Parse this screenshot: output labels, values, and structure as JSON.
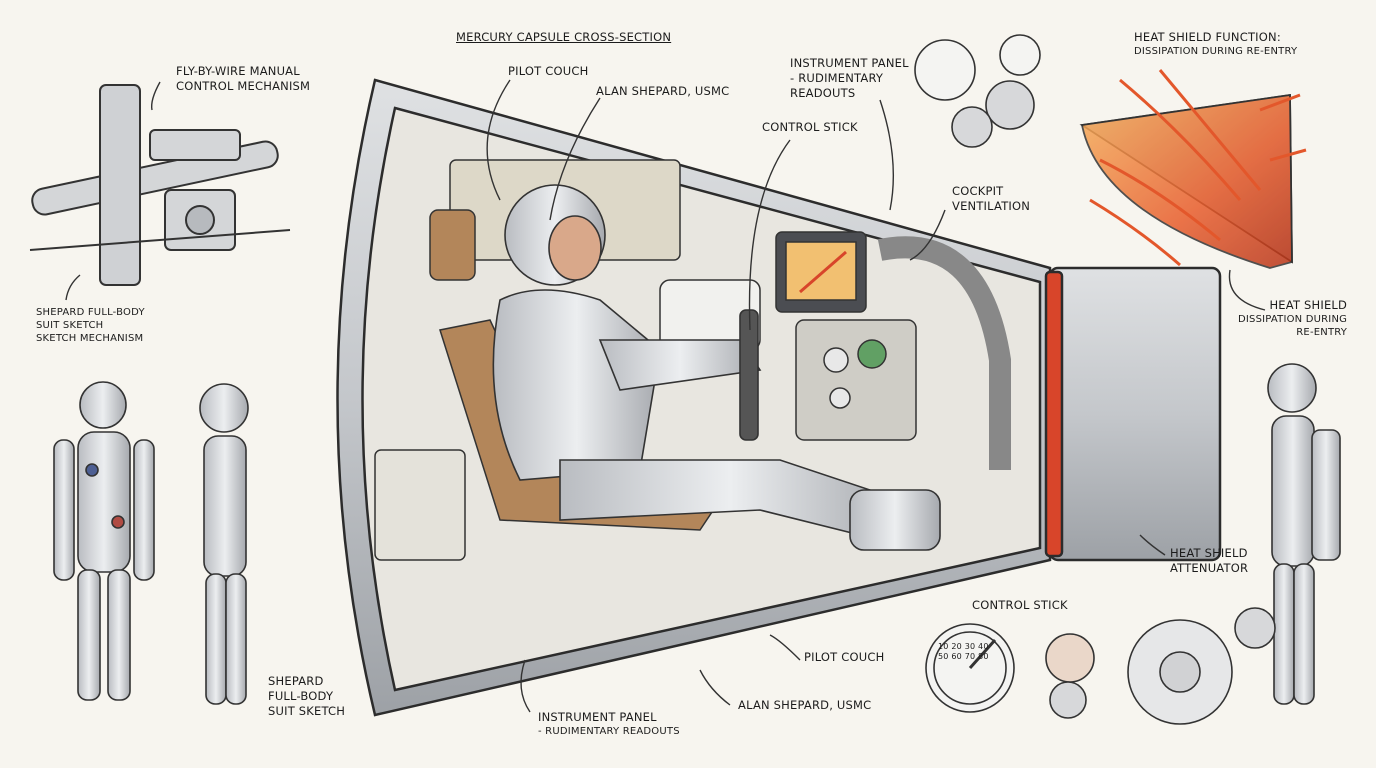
{
  "diagram": {
    "title": "MERCURY CAPSULE CROSS-SECTION",
    "labels": {
      "fly_by_wire": [
        "FLY-BY-WIRE MANUAL",
        "CONTROL MECHANISM"
      ],
      "shepard_suit_top": [
        "SHEPARD FULL-BODY",
        "SUIT SKETCH",
        "SKETCH MECHANISM"
      ],
      "shepard_suit_bottom": [
        "SHEPARD",
        "FULL-BODY",
        "SUIT SKETCH"
      ],
      "pilot_couch_top": "PILOT COUCH",
      "alan_shepard_top": "ALAN SHEPARD, USMC",
      "control_stick_top": "CONTROL STICK",
      "instrument_panel_top": [
        "INSTRUMENT PANEL",
        "- RUDIMENTARY",
        "READOUTS"
      ],
      "cockpit_ventilation": [
        "COCKPIT",
        "VENTILATION"
      ],
      "heat_shield_function": [
        "HEAT SHIELD FUNCTION:",
        "DISSIPATION DURING RE-ENTRY"
      ],
      "heat_shield_side": [
        "HEAT SHIELD",
        "DISSIPATION DURING",
        "RE-ENTRY"
      ],
      "heat_shield_attenuator": [
        "HEAT SHIELD",
        "ATTENUATOR"
      ],
      "control_stick_bottom": "CONTROL STICK",
      "pilot_couch_bottom": "PILOT COUCH",
      "alan_shepard_bottom": "ALAN SHEPARD, USMC",
      "instrument_panel_bottom": [
        "INSTRUMENT PANEL",
        "- RUDIMENTARY READOUTS"
      ]
    },
    "gauge_numbers": [
      "10",
      "20",
      "30",
      "40",
      "50",
      "60",
      "70",
      "80"
    ]
  },
  "colors": {
    "ink": "#2a2a2a",
    "metal": "#c9cbce",
    "metal_dark": "#8e9196",
    "heat": "#e3572b",
    "heat_light": "#f7a04a",
    "couch": "#b3865a",
    "paper": "#f7f5ef"
  }
}
